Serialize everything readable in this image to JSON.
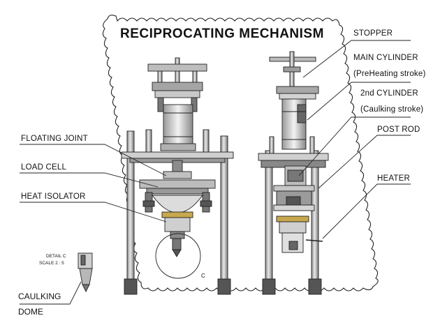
{
  "title": "RECIPROCATING MECHANISM",
  "labels": {
    "stopper": "STOPPER",
    "main_cylinder": "MAIN CYLINDER",
    "main_cylinder_note": "(PreHeating stroke)",
    "second_cylinder": "2nd CYLINDER",
    "second_cylinder_note": "(Caulking stroke)",
    "post_rod": "POST ROD",
    "heater": "HEATER",
    "floating_joint": "FLOATING JOINT",
    "load_cell": "LOAD CELL",
    "heat_isolator": "HEAT ISOLATOR",
    "caulking": "CAULKING",
    "dome": "DOME"
  },
  "detail": {
    "name": "DETAIL C",
    "scale": "SCALE 2 : 5",
    "circle_letter": "C"
  },
  "colors": {
    "line": "#222222",
    "metal_dark": "#6d6d6d",
    "metal_mid": "#a8a8a8",
    "metal_light": "#dcdcdc",
    "brass": "#c8a84e"
  }
}
